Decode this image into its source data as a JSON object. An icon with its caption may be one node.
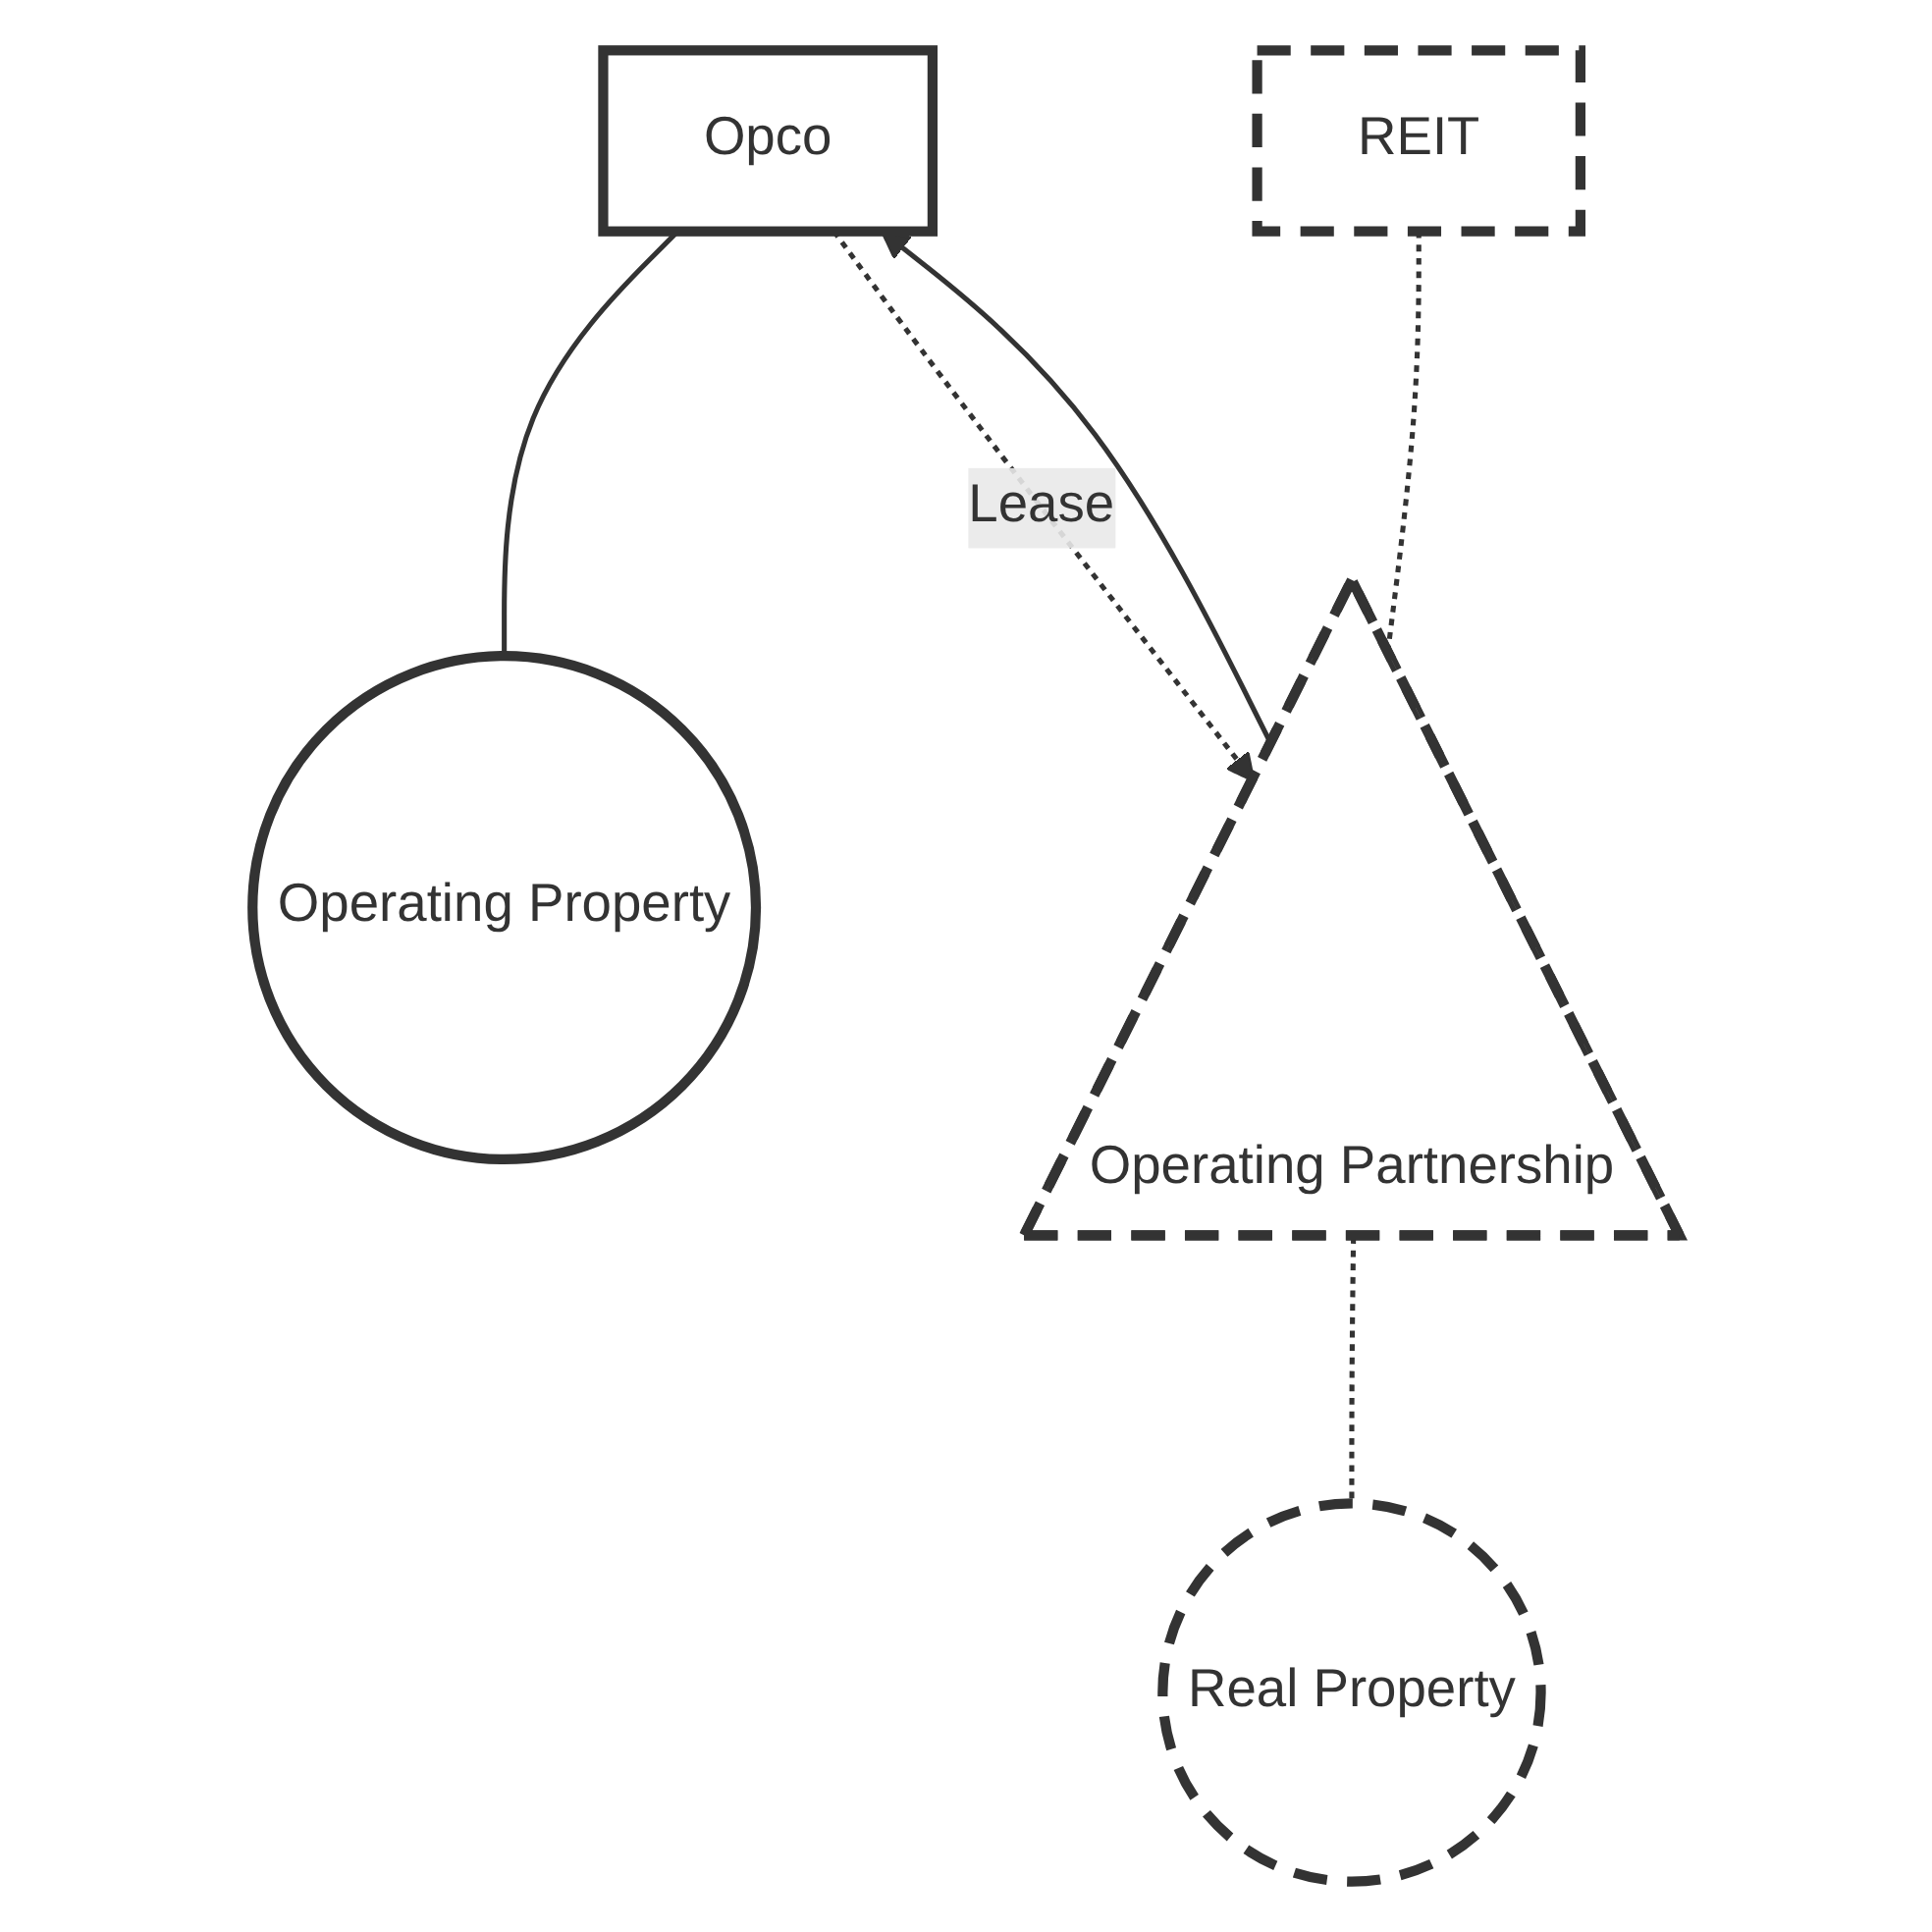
{
  "diagram": {
    "nodes": [
      {
        "text": [
          "Opco"
        ]
      },
      {
        "text": [
          "REIT"
        ]
      },
      {
        "text": [
          "Operating Property"
        ]
      },
      {
        "text": [
          "Operating Partnership"
        ]
      },
      {
        "text": [
          "Real Property"
        ]
      }
    ],
    "edges": [
      {
        "from": 0,
        "to": 2,
        "arrow": "none"
      },
      {
        "from": 3,
        "to": 0,
        "arrow": "to"
      },
      {
        "from": 0,
        "to": 3,
        "arrow": "to",
        "style": "dashed",
        "label": "Lease"
      },
      {
        "from": 1,
        "to": 3,
        "arrow": "none",
        "style": "dashed"
      },
      {
        "from": 3,
        "to": 4,
        "arrow": "none",
        "style": "dashed"
      }
    ]
  }
}
